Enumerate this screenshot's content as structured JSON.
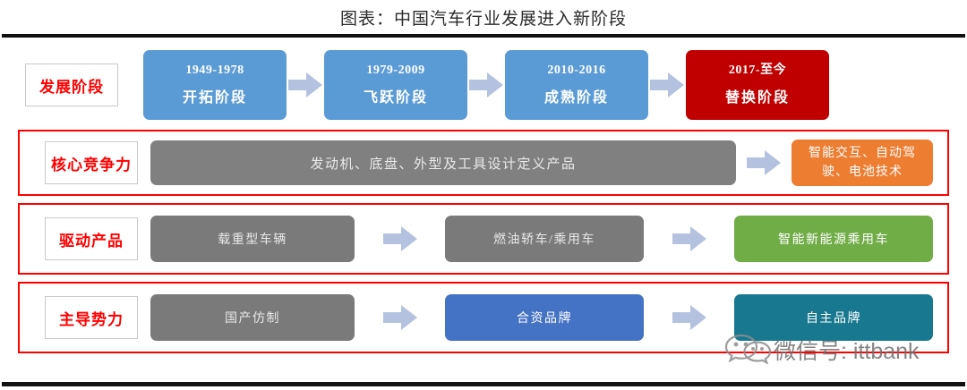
{
  "title": "图表：中国汽车行业发展进入新阶段",
  "colors": {
    "phase_blue": "#5B9BD5",
    "phase_red": "#C00000",
    "gray": "#7A7A7A",
    "orange": "#ED7D31",
    "green": "#70AD47",
    "blue": "#4472C4",
    "teal": "#17788F",
    "arrow": "#B4C2E0",
    "label_text": "#FF0000",
    "row_border": "#FF0000",
    "rule": "#111111"
  },
  "rows": [
    {
      "label": "发展阶段",
      "boxed": false,
      "cells": [
        {
          "kind": "stage",
          "year": "1949-1978",
          "name": "开拓阶段",
          "color": "blue"
        },
        {
          "kind": "arrow"
        },
        {
          "kind": "stage",
          "year": "1979-2009",
          "name": "飞跃阶段",
          "color": "blue"
        },
        {
          "kind": "arrow"
        },
        {
          "kind": "stage",
          "year": "2010-2016",
          "name": "成熟阶段",
          "color": "blue"
        },
        {
          "kind": "arrow"
        },
        {
          "kind": "stage",
          "year": "2017-至今",
          "name": "替换阶段",
          "color": "red"
        }
      ]
    },
    {
      "label": "核心竞争力",
      "boxed": true,
      "cells": [
        {
          "kind": "wide",
          "text": "发动机、底盘、外型及工具设计定义产品",
          "color": "gray"
        },
        {
          "kind": "arrow"
        },
        {
          "kind": "box",
          "text": "智能交互、自动驾驶、电池技术",
          "color": "orange"
        }
      ]
    },
    {
      "label": "驱动产品",
      "boxed": true,
      "cells": [
        {
          "kind": "box",
          "text": "载重型车辆",
          "color": "gray"
        },
        {
          "kind": "arrow"
        },
        {
          "kind": "box",
          "text": "燃油轿车/乘用车",
          "color": "gray"
        },
        {
          "kind": "arrow"
        },
        {
          "kind": "box",
          "text": "智能新能源乘用车",
          "color": "green"
        }
      ]
    },
    {
      "label": "主导势力",
      "boxed": true,
      "cells": [
        {
          "kind": "box",
          "text": "国产仿制",
          "color": "gray"
        },
        {
          "kind": "arrow"
        },
        {
          "kind": "box",
          "text": "合资品牌",
          "color": "blue"
        },
        {
          "kind": "arrow"
        },
        {
          "kind": "box",
          "text": "自主品牌",
          "color": "teal"
        }
      ]
    }
  ],
  "watermark": {
    "icon": "wechat-icon",
    "text": "微信号: ittbank"
  }
}
